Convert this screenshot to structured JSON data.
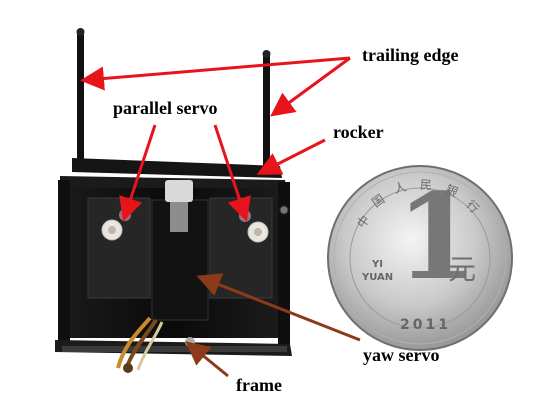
{
  "labels": {
    "trailing_edge": "trailing edge",
    "parallel_servo": "parallel servo",
    "rocker": "rocker",
    "yaw_servo": "yaw servo",
    "frame": "frame"
  },
  "coin": {
    "denomination_numeral": "1",
    "denomination_char": "元",
    "unit_pinyin_top": "YI",
    "unit_pinyin_bottom": "YUAN",
    "year": "2011",
    "country_chars": [
      "中",
      "国",
      "人",
      "民",
      "银",
      "行"
    ]
  },
  "colors": {
    "arrow": "#e8141c",
    "arrow_yaw": "#8b3a1a",
    "label": "#000000",
    "background": "#ffffff"
  }
}
